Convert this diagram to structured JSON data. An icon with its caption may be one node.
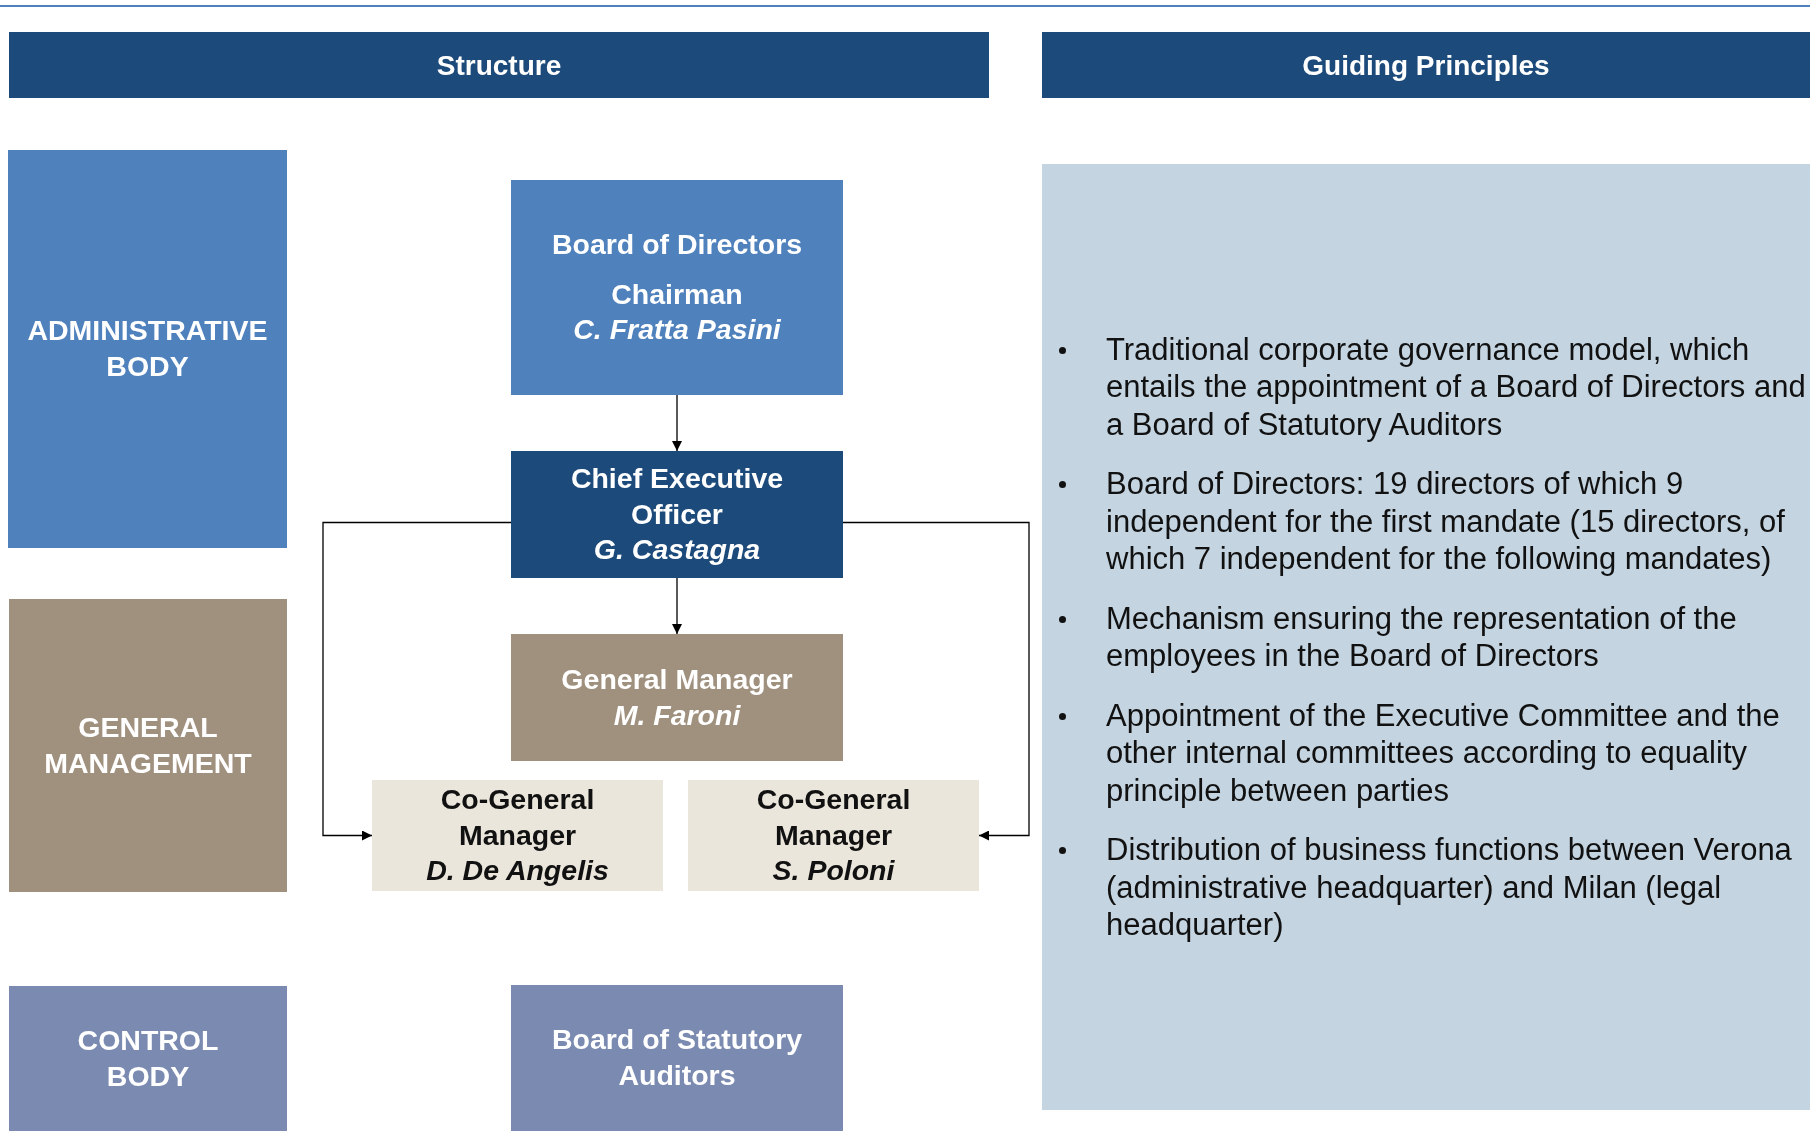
{
  "diagram": {
    "nodes": [
      {
        "text": [
          "Structure"
        ]
      },
      {
        "text": [
          "Guiding Principles"
        ]
      },
      {
        "text": [
          "ADMINISTRATIVE BODY"
        ]
      },
      {
        "text": [
          "GENERAL MANAGEMENT"
        ]
      },
      {
        "text": [
          "CONTROL BODY"
        ]
      },
      {
        "text": [
          "Board of Directors",
          "Chairman",
          "C. Fratta Pasini"
        ]
      },
      {
        "text": [
          "Chief Executive Officer",
          "G. Castagna"
        ]
      },
      {
        "text": [
          "General Manager",
          "M. Faroni"
        ]
      },
      {
        "text": [
          "Co-General Manager",
          "D. De Angelis"
        ]
      },
      {
        "text": [
          "Co-General Manager",
          "S. Poloni"
        ]
      },
      {
        "text": [
          "Board of Statutory Auditors"
        ]
      },
      {
        "text": [
          "Traditional corporate governance model, which entails the appointment of a Board of Directors and a Board of Statutory Auditors",
          "Board of Directors: 19 directors of which 9 independent for the first mandate (15 directors, of which 7 independent for the following mandates)",
          "Mechanism ensuring the representation of the employees in the Board of Directors",
          "Appointment of the Executive Committee and the other internal committees according to equality principle between parties",
          "Distribution of business functions between Verona (administrative headquarter) and Milan (legal headquarter)"
        ]
      }
    ],
    "edges": [
      {
        "from": 5,
        "to": 6,
        "arrow": "to"
      },
      {
        "from": 6,
        "to": 7,
        "arrow": "to"
      },
      {
        "from": 6,
        "to": 8,
        "arrow": "to"
      },
      {
        "from": 6,
        "to": 9,
        "arrow": "to"
      }
    ]
  }
}
